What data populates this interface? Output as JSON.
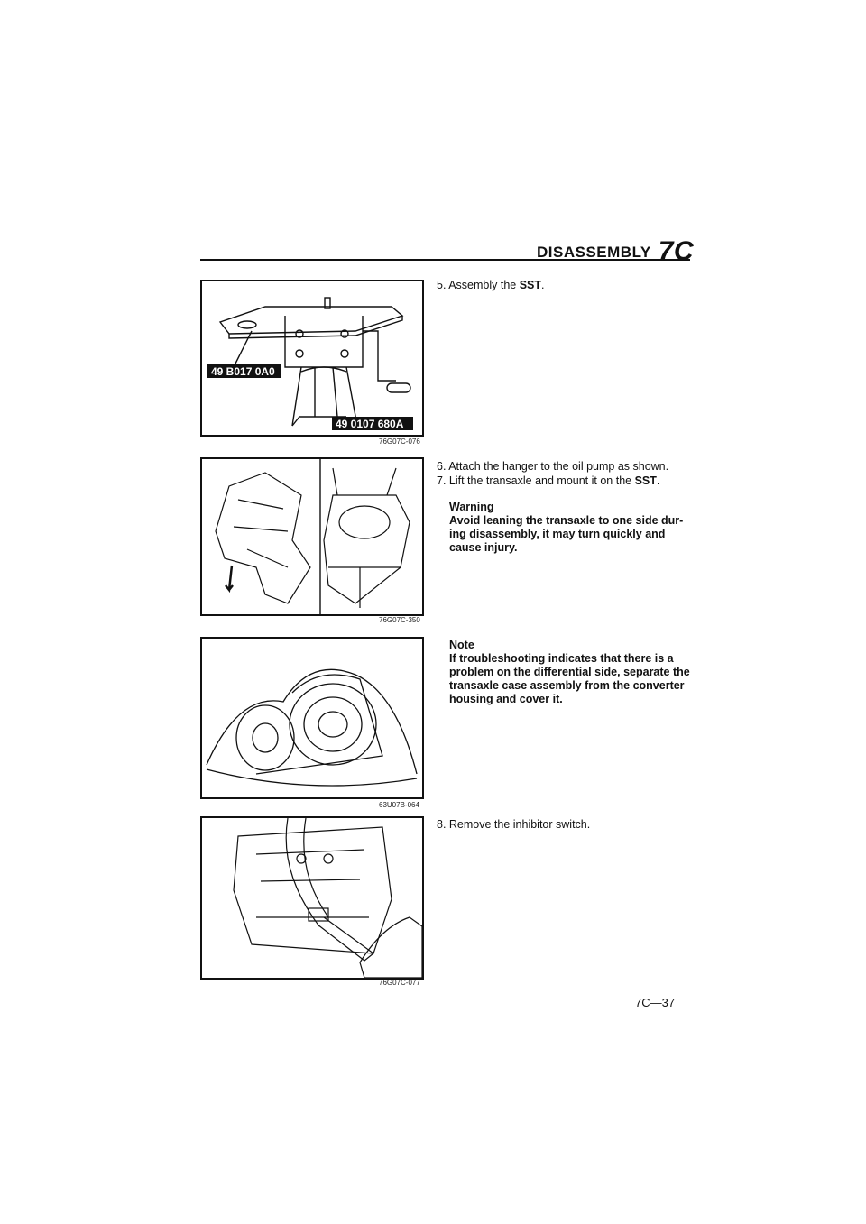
{
  "header": {
    "title": "DISASSEMBLY",
    "section": "7C"
  },
  "figures": [
    {
      "labels": [
        "49 B017 0A0",
        "49 0107 680A"
      ],
      "code": "76G07C-076"
    },
    {
      "code": "76G07C-350"
    },
    {
      "code": "63U07B-064"
    },
    {
      "code": "76G07C-077"
    }
  ],
  "steps": {
    "s5_prefix": "5. Assembly the ",
    "s5_bold": "SST",
    "s5_suffix": ".",
    "s6": "6. Attach the hanger to the oil pump as shown.",
    "s7_prefix": "7. Lift the transaxle and mount it on the ",
    "s7_bold": "SST",
    "s7_suffix": ".",
    "s8": "8. Remove the inhibitor switch."
  },
  "warning": {
    "title": "Warning",
    "body": "Avoid leaning the transaxle to one side dur-ing disassembly, it may turn quickly and cause injury."
  },
  "note": {
    "title": "Note",
    "body": "If troubleshooting indicates that there is a problem on the differential side, separate the transaxle case assembly from the converter housing and cover it."
  },
  "footer": {
    "page": "7C—37"
  }
}
